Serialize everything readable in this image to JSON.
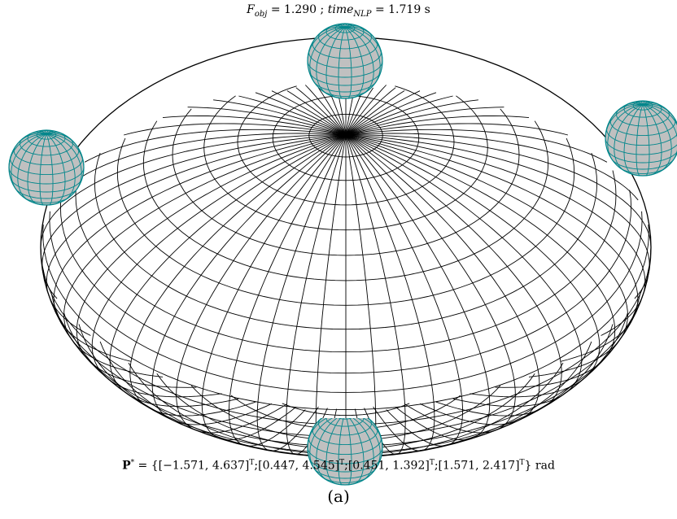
{
  "title": {
    "f_symbol": "F",
    "f_sub": "obj",
    "f_value": "= 1.290 ;",
    "time_symbol": "time",
    "time_sub": "NLP",
    "time_value": "= 1.719 s"
  },
  "params": {
    "symbol": "P",
    "star": "*",
    "eq_open": " = {",
    "items": [
      {
        "value": "[−1.571,  4.637]",
        "sup": "T",
        "sep": ";"
      },
      {
        "value": "[0.447,  4.545]",
        "sup": "T",
        "sep": ";"
      },
      {
        "value": "[0.451,  1.392]",
        "sup": "T",
        "sep": ";"
      },
      {
        "value": "[1.571,  2.417]",
        "sup": "T",
        "sep": ""
      }
    ],
    "close": "} rad"
  },
  "subfigure_label": "(a)",
  "colors": {
    "ellipsoid_wire": "#000000",
    "sphere_fill": "#c0c0c0",
    "sphere_wire": "#00868b",
    "background": "#ffffff"
  },
  "icons": {
    "ellipsoid": "wireframe-ellipsoid",
    "spheres": "wireframe-sphere"
  }
}
